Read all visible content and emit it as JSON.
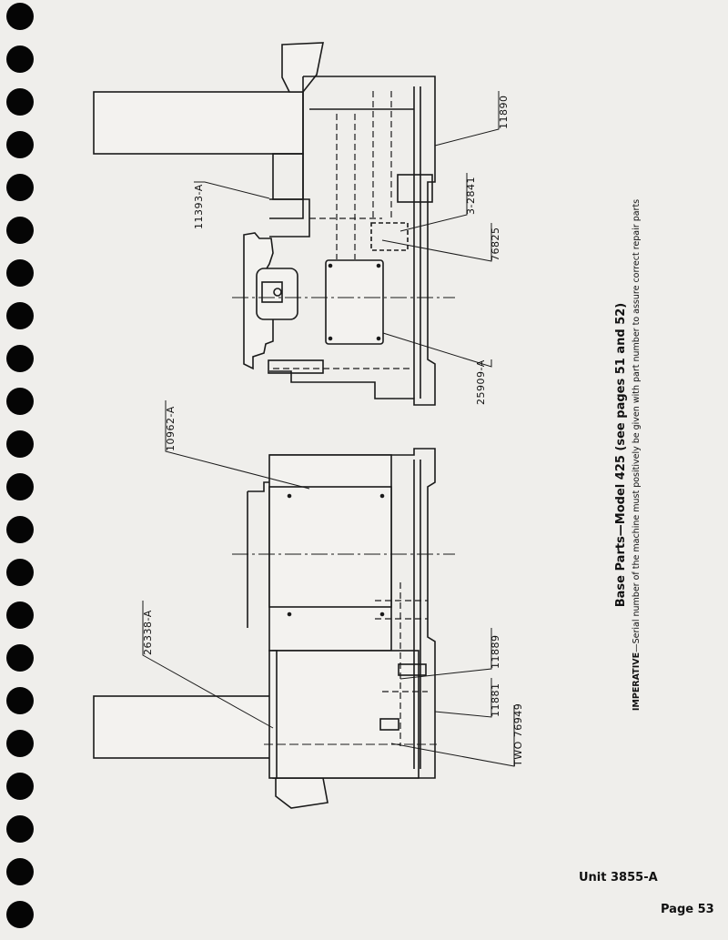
{
  "callouts": {
    "c11393a": "11393-A",
    "c11890": "11890",
    "c3_2841": "3-2841",
    "c76825": "76825",
    "c25909a": "25909-A",
    "c10962a": "10962-A",
    "c26338a": "26338-A",
    "c11889": "11889",
    "c11881": "11881",
    "c_two76949": "TWO 76949"
  },
  "caption": {
    "title": "Base Parts—Model 425 (see pages 51 and 52)",
    "imperative_label": "IMPERATIVE",
    "imperative_text": "—Serial number of the machine must positively be given with part number to assure correct repair parts"
  },
  "footer": {
    "unit": "Unit 3855-A",
    "page": "Page 53"
  }
}
